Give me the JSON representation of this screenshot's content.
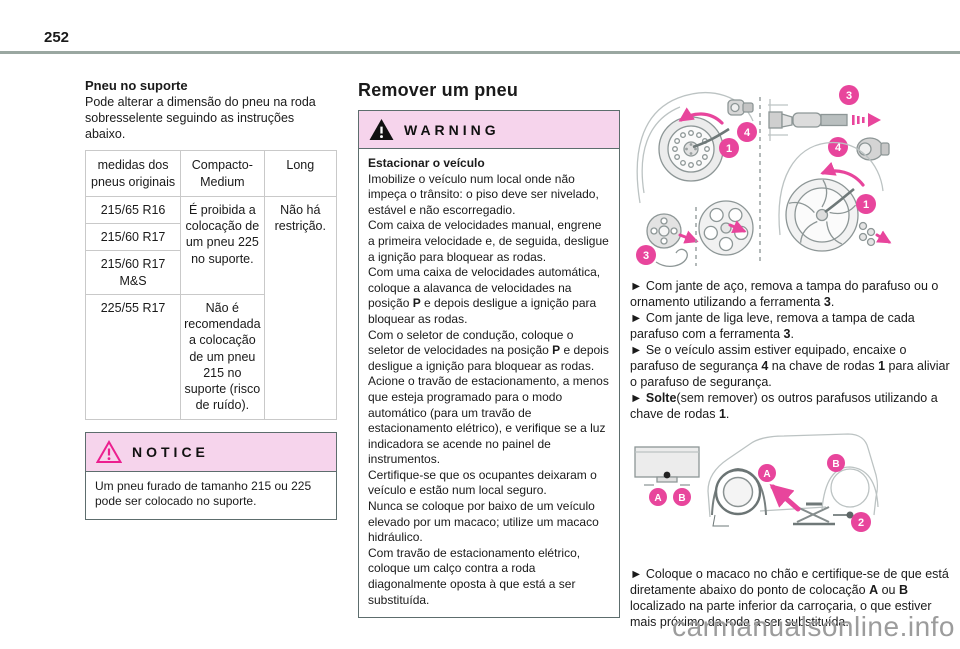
{
  "page": {
    "number": "252",
    "watermark": "carmanualsonline.info"
  },
  "colors": {
    "accent_pink": "#e8459c",
    "notice_pink": "#ec1f8f",
    "box_header_bg": "#f6d4ec",
    "rule": "#9aa7a1",
    "watermark": "#9c9c9c"
  },
  "left": {
    "heading": "Pneu no suporte",
    "intro": "Pode alterar a dimensão do pneu na roda sobresselente seguindo as instruções abaixo.",
    "table": {
      "headers": [
        "medidas dos pneus originais",
        "Compacto-Medium",
        "Long"
      ],
      "row_sizes": [
        "215/65 R16",
        "215/60 R17",
        "215/60 R17 M&S",
        "225/55 R17"
      ],
      "compacto_rule_215": "É proibida a colocação de um pneu 225 no suporte.",
      "compacto_rule_225": "Não é recomendada a colocação de um pneu 215 no suporte (risco de ruído).",
      "long_rule": "Não há restrição."
    },
    "notice": {
      "label": "NOTICE",
      "text": "Um pneu furado de tamanho 215 ou 225 pode ser colocado no suporte."
    }
  },
  "middle": {
    "heading": "Remover um pneu",
    "warning": {
      "label": "WARNING",
      "subheading": "Estacionar o veículo",
      "paragraphs": [
        [
          {
            "t": "Imobilize o veículo num local onde não impeça o trânsito: o piso deve ser nivelado, estável e não escorregadio."
          }
        ],
        [
          {
            "t": "Com caixa de velocidades manual, engrene a primeira velocidade e, de seguida, desligue a ignição para bloquear as rodas."
          }
        ],
        [
          {
            "t": "Com uma caixa de velocidades automática, coloque a alavanca de velocidades na posição "
          },
          {
            "t": "P",
            "b": true
          },
          {
            "t": " e depois desligue a ignição para bloquear as rodas."
          }
        ],
        [
          {
            "t": "Com o seletor de condução, coloque o seletor de velocidades na posição "
          },
          {
            "t": "P",
            "b": true
          },
          {
            "t": " e depois desligue a ignição para bloquear as rodas."
          }
        ],
        [
          {
            "t": "Acione o travão de estacionamento, a menos que esteja programado para o modo automático (para um travão de estacionamento elétrico), e verifique se a luz indicadora se acende no painel de instrumentos."
          }
        ],
        [
          {
            "t": "Certifique-se que os ocupantes deixaram o veículo e estão num local seguro."
          }
        ],
        [
          {
            "t": "Nunca se coloque por baixo de um veículo elevado por um macaco; utilize um macaco hidráulico."
          }
        ],
        [
          {
            "t": "Com travão de estacionamento elétrico, coloque um calço contra a roda diagonalmente oposta à que está a ser substituída."
          }
        ]
      ]
    }
  },
  "right": {
    "bullets": [
      [
        {
          "t": "►  Com jante de aço, remova a tampa do parafuso ou o ornamento utilizando a ferramenta "
        },
        {
          "t": "3",
          "b": true
        },
        {
          "t": "."
        }
      ],
      [
        {
          "t": "►  Com jante de liga leve, remova a tampa de cada parafuso com a ferramenta "
        },
        {
          "t": "3",
          "b": true
        },
        {
          "t": "."
        }
      ],
      [
        {
          "t": "►  Se o veículo assim estiver equipado, encaixe o parafuso de segurança "
        },
        {
          "t": "4",
          "b": true
        },
        {
          "t": " na chave de rodas "
        },
        {
          "t": "1",
          "b": true
        },
        {
          "t": " para aliviar o parafuso de segurança."
        }
      ],
      [
        {
          "t": "►  "
        },
        {
          "t": "Solte",
          "b": true
        },
        {
          "t": "(sem remover) os outros parafusos utilizando a chave de rodas "
        },
        {
          "t": "1",
          "b": true
        },
        {
          "t": "."
        }
      ],
      [
        {
          "t": "►  Coloque o macaco no chão e certifique-se de que está diretamente abaixo do ponto de colocação "
        },
        {
          "t": "A",
          "b": true
        },
        {
          "t": " ou "
        },
        {
          "t": "B",
          "b": true
        },
        {
          "t": " localizado na parte inferior da carroçaria, o que estiver mais próximo da roda a ser substituída."
        }
      ]
    ],
    "fig1_callouts": {
      "one": "1",
      "three": "3",
      "four": "4"
    },
    "fig2_callouts": {
      "a": "A",
      "b": "B",
      "two": "2"
    }
  }
}
